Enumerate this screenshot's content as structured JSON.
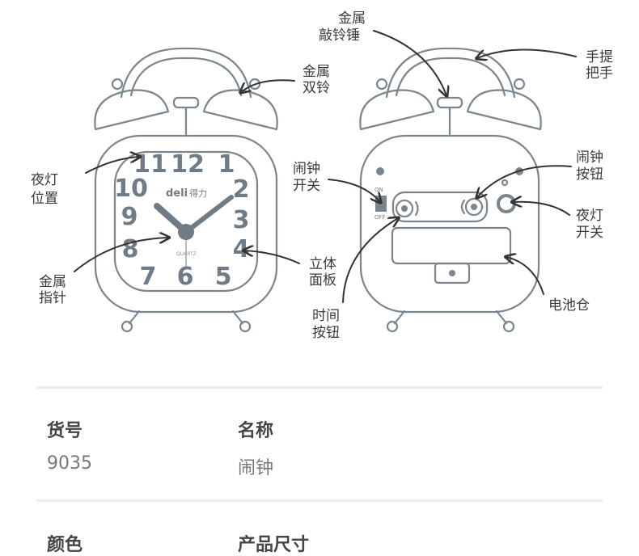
{
  "brand": {
    "logo_text": "deli",
    "logo_cn": "得力",
    "quartz": "QUARTZ"
  },
  "switch": {
    "on": "ON",
    "off": "OFF"
  },
  "dial_numbers": [
    "12",
    "1",
    "2",
    "3",
    "4",
    "5",
    "6",
    "7",
    "8",
    "9",
    "10",
    "11"
  ],
  "callouts": {
    "metal_hammer": [
      "金属",
      "敲铃锤"
    ],
    "handle": [
      "手提",
      "把手"
    ],
    "metal_bells": [
      "金属",
      "双铃"
    ],
    "night_light_pos": [
      "夜灯",
      "位置"
    ],
    "alarm_switch": [
      "闹钟",
      "开关"
    ],
    "alarm_button": [
      "闹钟",
      "按钮"
    ],
    "night_light_switch": [
      "夜灯",
      "开关"
    ],
    "metal_hands": [
      "金属",
      "指针"
    ],
    "dial_panel": [
      "立体",
      "面板"
    ],
    "time_button": [
      "时间",
      "按钮"
    ],
    "battery": [
      "电池仓"
    ]
  },
  "specs": {
    "row1": [
      {
        "label": "货号",
        "value": "9035"
      },
      {
        "label": "名称",
        "value": "闹钟"
      }
    ],
    "row2": [
      {
        "label": "颜色",
        "value": ""
      },
      {
        "label": "产品尺寸",
        "value": ""
      }
    ]
  },
  "colors": {
    "outline": "#7a858f",
    "numerals": "#6f7b86",
    "divider": "#ececec"
  }
}
